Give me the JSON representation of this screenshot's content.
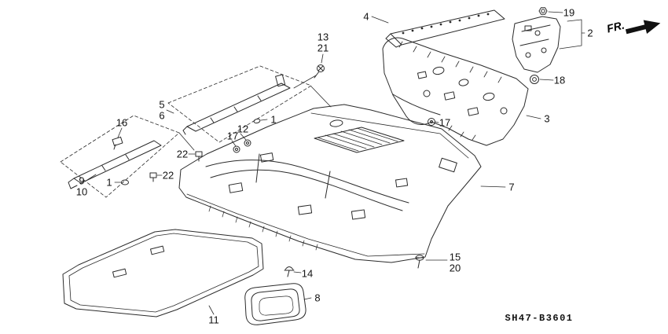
{
  "diagram": {
    "code": "SH47-B3601",
    "direction_label": "FR.",
    "part_labels": [
      {
        "text": "4"
      },
      {
        "text": "19"
      },
      {
        "text": "2"
      },
      {
        "text": "13"
      },
      {
        "text": "21"
      },
      {
        "text": "18"
      },
      {
        "text": "5"
      },
      {
        "text": "6"
      },
      {
        "text": "1"
      },
      {
        "text": "16"
      },
      {
        "text": "12"
      },
      {
        "text": "17"
      },
      {
        "text": "17"
      },
      {
        "text": "3"
      },
      {
        "text": "22"
      },
      {
        "text": "22"
      },
      {
        "text": "9"
      },
      {
        "text": "10"
      },
      {
        "text": "1"
      },
      {
        "text": "7"
      },
      {
        "text": "15"
      },
      {
        "text": "20"
      },
      {
        "text": "14"
      },
      {
        "text": "8"
      },
      {
        "text": "11"
      }
    ]
  }
}
